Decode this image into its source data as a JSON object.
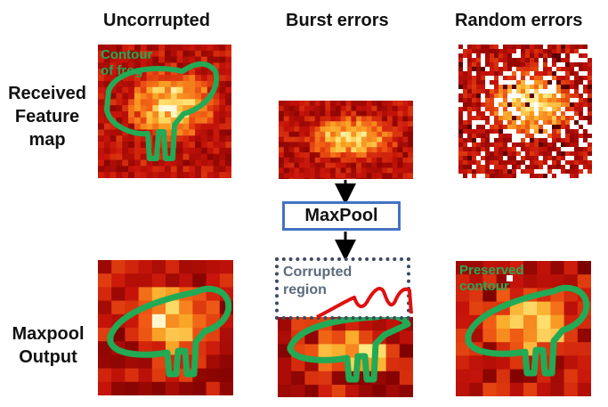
{
  "columns": {
    "uncorrupted": "Uncorrupted",
    "burst": "Burst errors",
    "random": "Random errors"
  },
  "rows": {
    "received": [
      "Received",
      "Feature",
      "map"
    ],
    "maxpool_output": [
      "Maxpool",
      "Output"
    ]
  },
  "center": {
    "maxpool_label": "MaxPool",
    "corrupted_region": [
      "Corrupted",
      "region"
    ]
  },
  "annotations": {
    "contour_of_frog": [
      "Contour",
      "of frog"
    ],
    "preserved_contour": [
      "Preserved",
      "contour"
    ]
  },
  "colors": {
    "contour": "#22aa55",
    "corruption_outline": "#e01010",
    "maxpool_border": "#4472c4",
    "dotted_box": "#3b4a60",
    "heatmap_dark": "#8b0000",
    "heatmap_bright": "#fffbe0"
  }
}
